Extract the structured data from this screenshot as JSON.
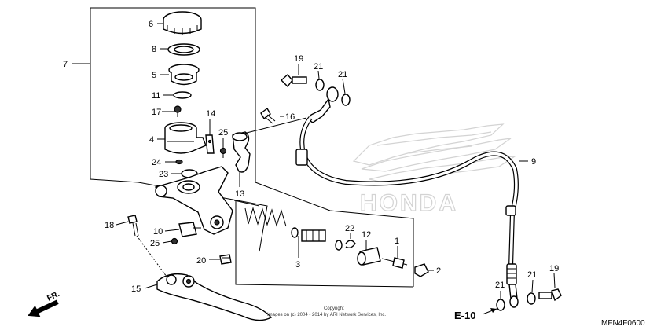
{
  "callouts": {
    "c1": "1",
    "c2": "2",
    "c3": "3",
    "c4": "4",
    "c5": "5",
    "c6": "6",
    "c7": "7",
    "c8": "8",
    "c9": "9",
    "c10": "10",
    "c11": "11",
    "c12": "12",
    "c13": "13",
    "c14": "14",
    "c15": "15",
    "c16": "16",
    "c17": "17",
    "c18": "18",
    "c19a": "19",
    "c19b": "19",
    "c20": "20",
    "c21a": "21",
    "c21b": "21",
    "c21c": "21",
    "c21d": "21",
    "c22": "22",
    "c23": "23",
    "c24": "24",
    "c25a": "25",
    "c25b": "25"
  },
  "watermark": "HONDA",
  "copyright": {
    "line1": "Copyright",
    "line2": "Images on (c) 2004 - 2014 by ARI Network Services, Inc."
  },
  "ref": "E-10",
  "front": "FR.",
  "diagram_code": "MFN4F0600",
  "colors": {
    "ink": "#000000",
    "watermark": "#d0d0d0"
  }
}
